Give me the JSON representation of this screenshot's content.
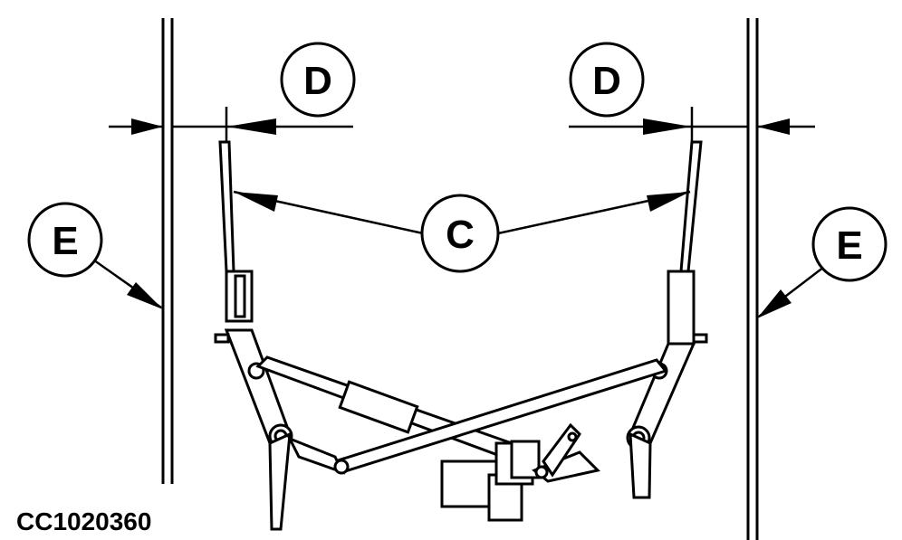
{
  "callouts": {
    "d_left": "D",
    "d_right": "D",
    "c_center": "C",
    "e_left": "E",
    "e_right": "E"
  },
  "figure_id": "CC1020360",
  "colors": {
    "line": "#000000",
    "background": "#ffffff"
  }
}
